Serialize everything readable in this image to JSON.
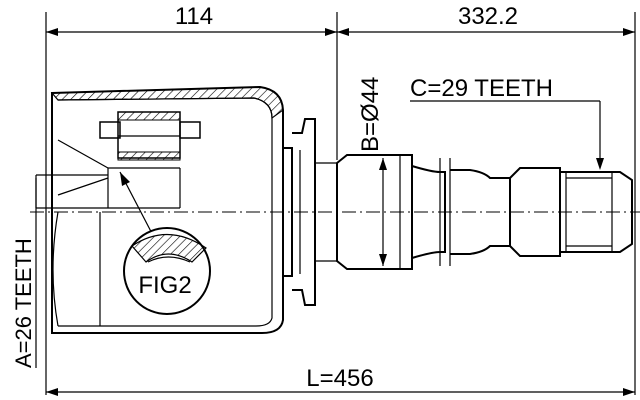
{
  "dimensions": {
    "top_left": "114",
    "top_right": "332.2",
    "bottom_total": "L=456",
    "diameter": "B=Ø44",
    "teeth_shaft": "C=29 TEETH",
    "teeth_housing": "A=26 TEETH"
  },
  "callout": {
    "figure_label": "FIG2"
  }
}
